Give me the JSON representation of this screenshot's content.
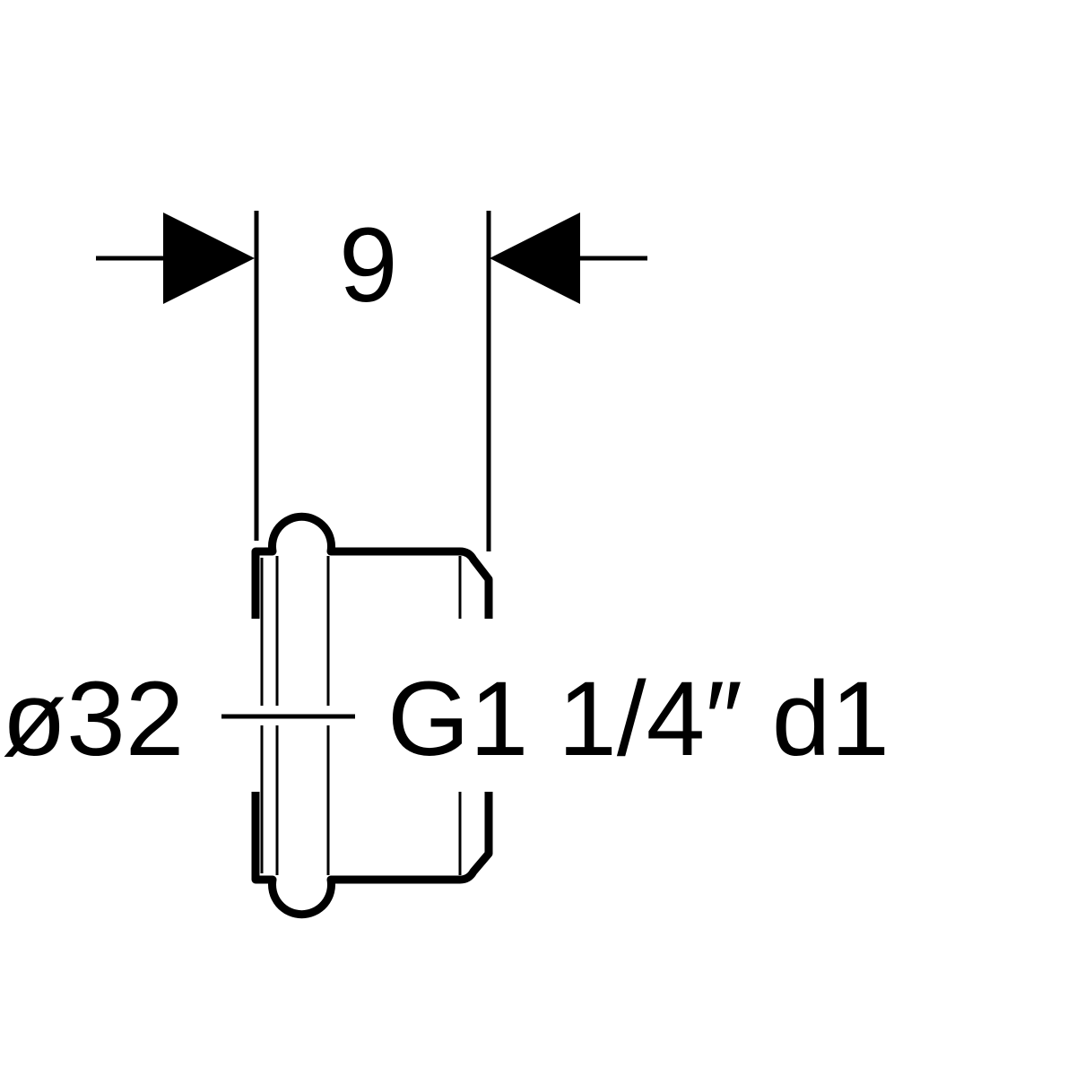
{
  "dimension": {
    "value": "9"
  },
  "labels": {
    "outer_diameter": "ø32",
    "thread": "G1 1/4″ d1"
  },
  "colors": {
    "line": "#000000",
    "background": "#ffffff"
  }
}
